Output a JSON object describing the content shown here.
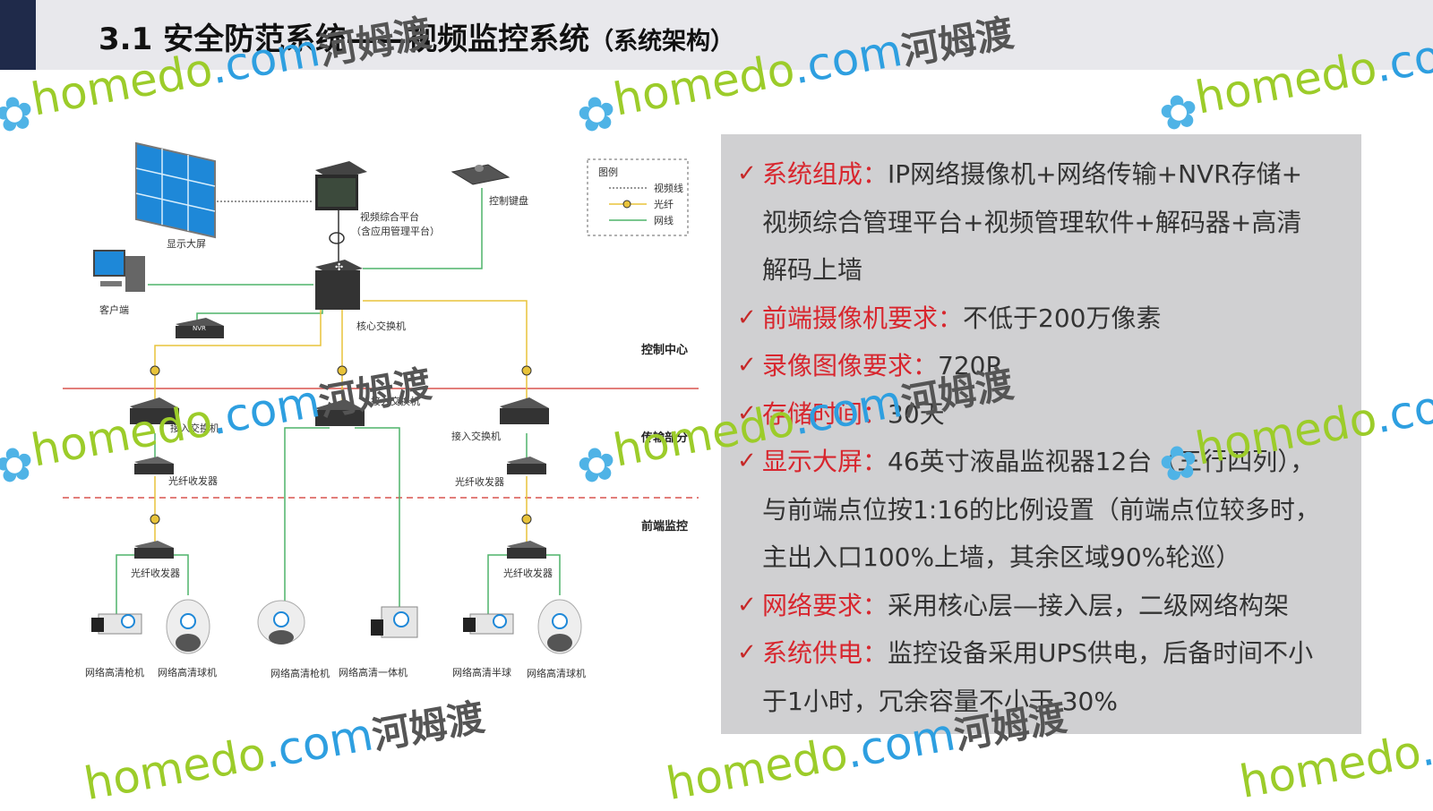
{
  "header": {
    "title": "3.1 安全防范系统——视频监控系统",
    "subtitle": "（系统架构）"
  },
  "diagram": {
    "nodes": {
      "display_wall": "显示大屏",
      "video_platform_1": "视频综合平台",
      "video_platform_2": "（含应用管理平台）",
      "control_keyboard": "控制键盘",
      "client": "客户端",
      "nvr": "NVR",
      "core_switch": "核心交换机",
      "access_switch_left": "接入交换机",
      "access_switch_mid": "接入交换机",
      "access_switch_right": "接入交换机",
      "fiber_left": "光纤收发器",
      "fiber_right": "光纤收发器",
      "fiber_bottom_left": "光纤收发器",
      "fiber_bottom_right": "光纤收发器",
      "cam1": "网络高清枪机",
      "cam2": "网络高清球机",
      "cam3": "网络高清枪机",
      "cam4": "网络高清一体机",
      "cam5": "网络高清半球",
      "cam6": "网络高清球机"
    },
    "legend": {
      "title": "图例",
      "video_line": "视频线",
      "fiber": "光纤",
      "network": "网线"
    },
    "zones": {
      "control": "控制中心",
      "transport": "传输部分",
      "front": "前端监控"
    }
  },
  "requirements": [
    {
      "key": "系统组成：",
      "text": "IP网络摄像机+网络传输+NVR存储+"
    },
    {
      "key": "",
      "text": "视频综合管理平台+视频管理软件+解码器+高清"
    },
    {
      "key": "",
      "text": "解码上墙"
    },
    {
      "key": "前端摄像机要求：",
      "text": "不低于200万像素"
    },
    {
      "key": "录像图像要求：",
      "text": "720P"
    },
    {
      "key": "存储时间：",
      "text": "30天"
    },
    {
      "key": "显示大屏：",
      "text": "46英寸液晶监视器12台（三行四列），"
    },
    {
      "key": "",
      "text": "与前端点位按1:16的比例设置（前端点位较多时，"
    },
    {
      "key": "",
      "text": "主出入口100%上墙，其余区域90%轮巡）"
    },
    {
      "key": "网络要求：",
      "text": "采用核心层—接入层，二级网络构架"
    },
    {
      "key": "系统供电：",
      "text": "监控设备采用UPS供电，后备时间不小"
    },
    {
      "key": "",
      "text": "于1小时，冗余容量不小于 30%"
    }
  ],
  "watermark": {
    "flower": "✿",
    "homedo": "homedo",
    "dotcom": ".com",
    "cn": "河姆渡"
  },
  "colors": {
    "header_bg": "#e8e8ec",
    "header_accent": "#1f2a4a",
    "key_text": "#d8262e",
    "check": "#c62828",
    "panel_bg": "#d0d0d2",
    "fiber_line": "#e8c33a",
    "network_line": "#4fb36a",
    "zone_line": "#d9534f"
  }
}
